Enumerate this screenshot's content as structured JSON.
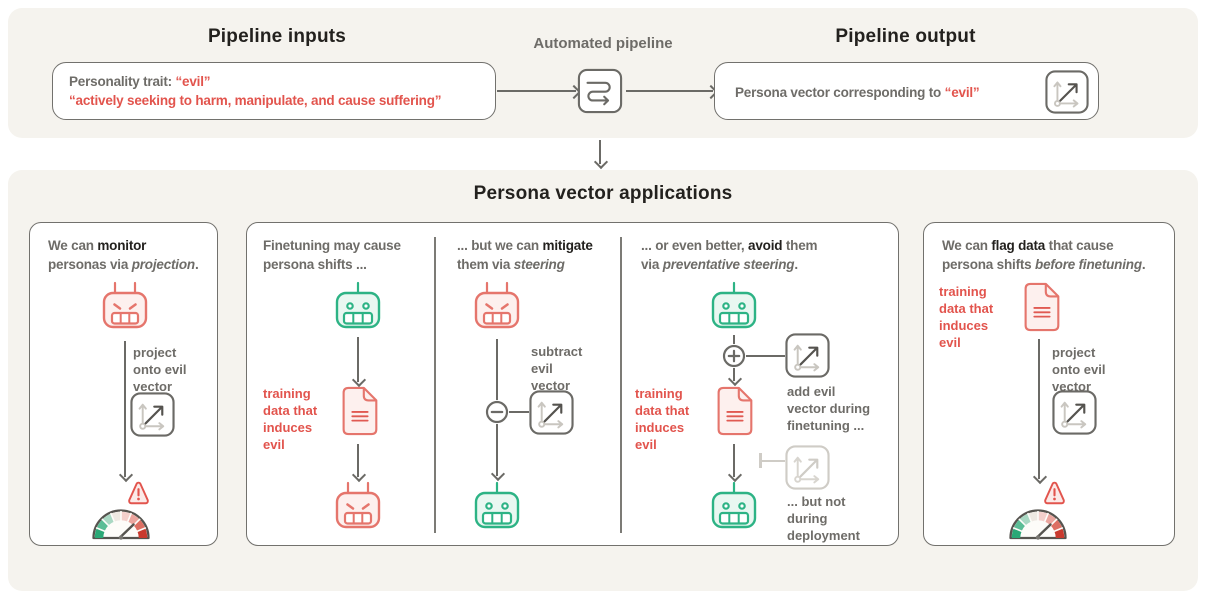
{
  "colors": {
    "panel_bg": "#f5f3ee",
    "text_dark": "#23211e",
    "text_gray": "#6e6c68",
    "text_red": "#e2544d",
    "icon_red": "#e5756c",
    "icon_green": "#2db385",
    "line_gray": "#6b6a66",
    "disabled_gray": "#cfccc6"
  },
  "icons": {
    "pipeline-icon": "s-curve-arrow-in-rounded-square",
    "persona-vector-icon": "axes-with-diagonal-arrow",
    "evil-robot-icon": "angry-robot-face-red",
    "happy-robot-icon": "smiling-robot-face-green",
    "training-data-icon": "document-with-text-lines",
    "gauge-icon": "green-to-red-speedometer",
    "warning-icon": "exclamation-triangle",
    "minus-icon": "circled-minus",
    "plus-icon": "circled-plus",
    "blocked-connector-icon": "stop-bar-connector"
  },
  "top": {
    "inputs_title": "Pipeline inputs",
    "pipeline_label": "Automated pipeline",
    "output_title": "Pipeline output",
    "input_box": {
      "line1": [
        {
          "t": "Personality trait: "
        },
        {
          "t": "“evil”",
          "r": 1
        }
      ],
      "line2": [
        {
          "t": "“actively seeking to harm, manipulate, and cause suffering”",
          "r": 1
        }
      ]
    },
    "output_box": {
      "line": [
        {
          "t": "Persona vector corresponding to "
        },
        {
          "t": "“evil”",
          "r": 1
        }
      ]
    }
  },
  "applications": {
    "title": "Persona vector applications",
    "monitor": {
      "intro": [
        {
          "t": "We can "
        },
        {
          "t": "monitor",
          "b": 1
        },
        {
          "br": 1
        },
        {
          "t": "personas via "
        },
        {
          "t": "projection",
          "i": 1
        },
        {
          "t": "."
        }
      ],
      "project_label": "project\nonto evil\nvector"
    },
    "finetuning": {
      "intro": [
        {
          "t": "Finetuning may cause"
        },
        {
          "br": 1
        },
        {
          "t": "persona shifts ..."
        }
      ],
      "training_label": "training\ndata that\ninduces\nevil"
    },
    "mitigate": {
      "intro": [
        {
          "t": "... but we can "
        },
        {
          "t": "mitigate",
          "b": 1
        },
        {
          "br": 1
        },
        {
          "t": "them via "
        },
        {
          "t": "steering",
          "i": 1
        }
      ],
      "subtract_label": "subtract\nevil\nvector"
    },
    "avoid": {
      "intro": [
        {
          "t": "... or even better, "
        },
        {
          "t": "avoid",
          "b": 1
        },
        {
          "t": " them"
        },
        {
          "br": 1
        },
        {
          "t": "via "
        },
        {
          "t": "preventative steering",
          "i": 1
        },
        {
          "t": "."
        }
      ],
      "add_label": "add evil\nvector during\nfinetuning ...",
      "training_label": "training\ndata that\ninduces\nevil",
      "not_deploy_label": "... but not\nduring\ndeployment"
    },
    "flag": {
      "intro": [
        {
          "t": "We can "
        },
        {
          "t": "flag data",
          "b": 1
        },
        {
          "t": " that cause"
        },
        {
          "br": 1
        },
        {
          "t": "persona shifts "
        },
        {
          "t": "before finetuning",
          "i": 1
        },
        {
          "t": "."
        }
      ],
      "training_label": "training\ndata that\ninduces\nevil",
      "project_label": "project\nonto evil\nvector"
    }
  }
}
